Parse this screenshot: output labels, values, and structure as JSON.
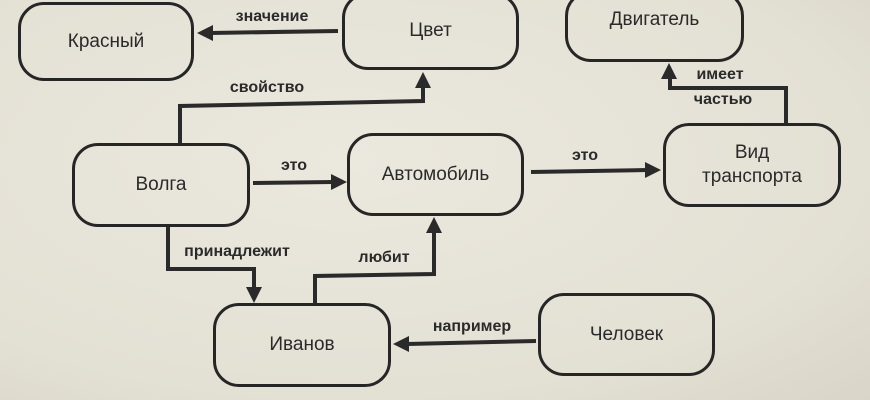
{
  "diagram": {
    "type": "semantic-network",
    "nodes": {
      "krasny": "Красный",
      "tsvet": "Цвет",
      "dvigatel": "Двигатель",
      "volga": "Волга",
      "avtomobil": "Автомобиль",
      "vid_transporta_1": "Вид",
      "vid_transporta_2": "транспорта",
      "ivanov": "Иванов",
      "chelovek": "Человек"
    },
    "edges": {
      "znachenie": {
        "from": "Цвет",
        "to": "Красный",
        "label": "значение"
      },
      "svoystvo": {
        "from": "Волга",
        "to": "Цвет",
        "label": "свойство"
      },
      "eto_1": {
        "from": "Волга",
        "to": "Автомобиль",
        "label": "это"
      },
      "eto_2": {
        "from": "Автомобиль",
        "to": "Вид транспорта",
        "label": "это"
      },
      "imeet_chastyu": {
        "from": "Вид транспорта",
        "to": "Двигатель",
        "label_1": "имеет",
        "label_2": "частью"
      },
      "prinadlezhit": {
        "from": "Волга",
        "to": "Иванов",
        "label": "принадлежит"
      },
      "lyubit": {
        "from": "Иванов",
        "to": "Автомобиль",
        "label": "любит"
      },
      "naprimer": {
        "from": "Человек",
        "to": "Иванов",
        "label": "например"
      }
    }
  }
}
